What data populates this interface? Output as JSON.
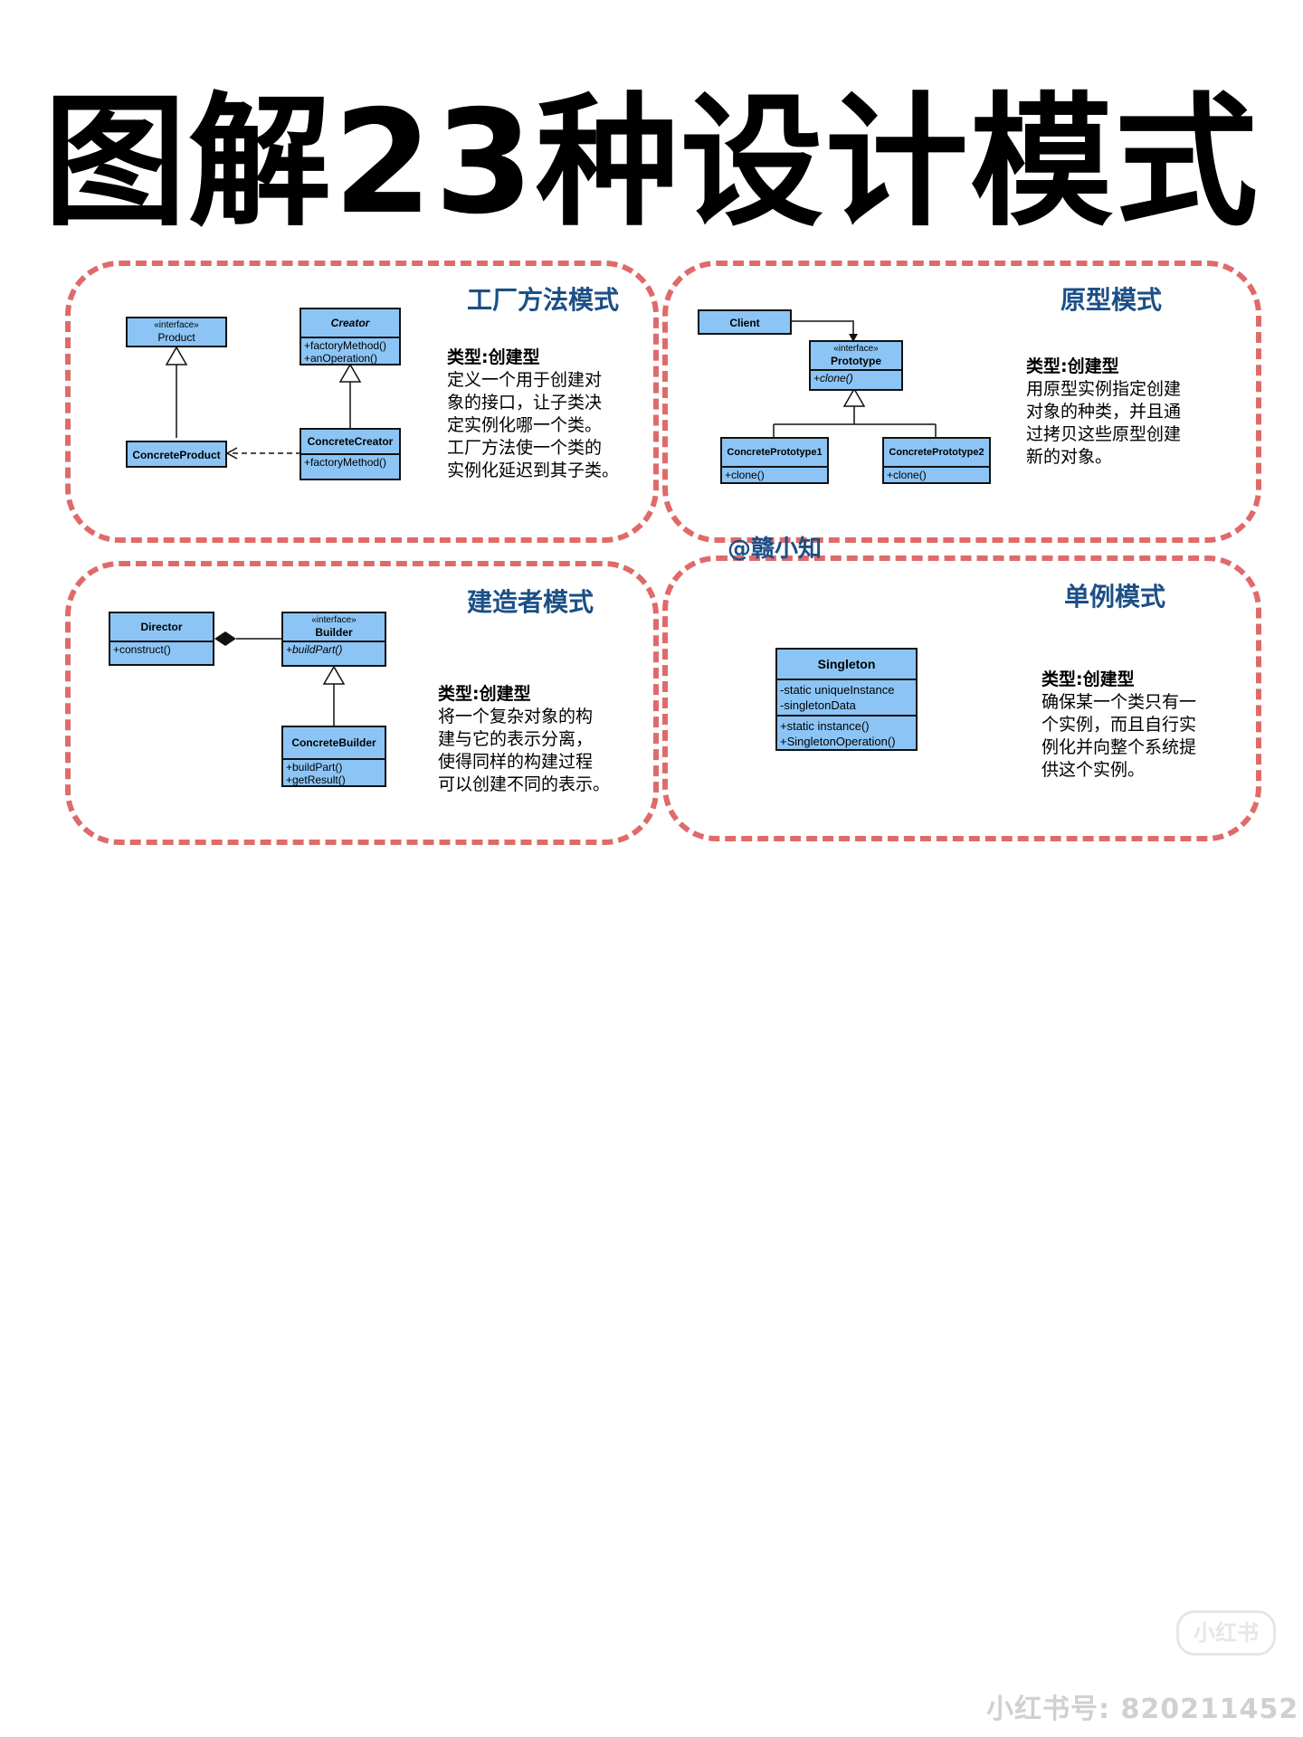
{
  "title": "图解23种设计模式",
  "watermark": "@赣小知",
  "xhs_logo": "小红书",
  "xhs_id": "小红书号: 820211452",
  "factory": {
    "name": "工厂方法模式",
    "type": "类型:创建型",
    "desc": "定义一个用于创建对\n象的接口，让子类决\n定实例化哪一个类。\n工厂方法使一个类的\n实例化延迟到其子类。",
    "product_stereo": "«interface»",
    "product": "Product",
    "creator": "Creator",
    "creator_ops": "+factoryMethod()\n+anOperation()",
    "concrete_product": "ConcreteProduct",
    "concrete_creator": "ConcreteCreator",
    "concrete_creator_ops": "+factoryMethod()"
  },
  "prototype": {
    "name": "原型模式",
    "type": "类型:创建型",
    "desc": "用原型实例指定创建\n对象的种类，并且通\n过拷贝这些原型创建\n新的对象。",
    "client": "Client",
    "proto_stereo": "«interface»",
    "proto": "Prototype",
    "proto_ops": "+clone()",
    "cp1": "ConcretePrototype1",
    "cp1_ops": "+clone()",
    "cp2": "ConcretePrototype2",
    "cp2_ops": "+clone()"
  },
  "builder": {
    "name": "建造者模式",
    "type": "类型:创建型",
    "desc": "将一个复杂对象的构\n建与它的表示分离，\n使得同样的构建过程\n可以创建不同的表示。",
    "director": "Director",
    "director_ops": "+construct()",
    "builder_stereo": "«interface»",
    "builder": "Builder",
    "builder_ops": "+buildPart()",
    "concrete_builder": "ConcreteBuilder",
    "concrete_builder_ops": "+buildPart()\n+getResult()"
  },
  "singleton": {
    "name": "单例模式",
    "type": "类型:创建型",
    "desc": "确保某一个类只有一\n个实例，而且自行实\n例化并向整个系统提\n供这个实例。",
    "singleton": "Singleton",
    "fields": "-static uniqueInstance\n-singletonData",
    "ops": "+static instance()\n+SingletonOperation()"
  }
}
